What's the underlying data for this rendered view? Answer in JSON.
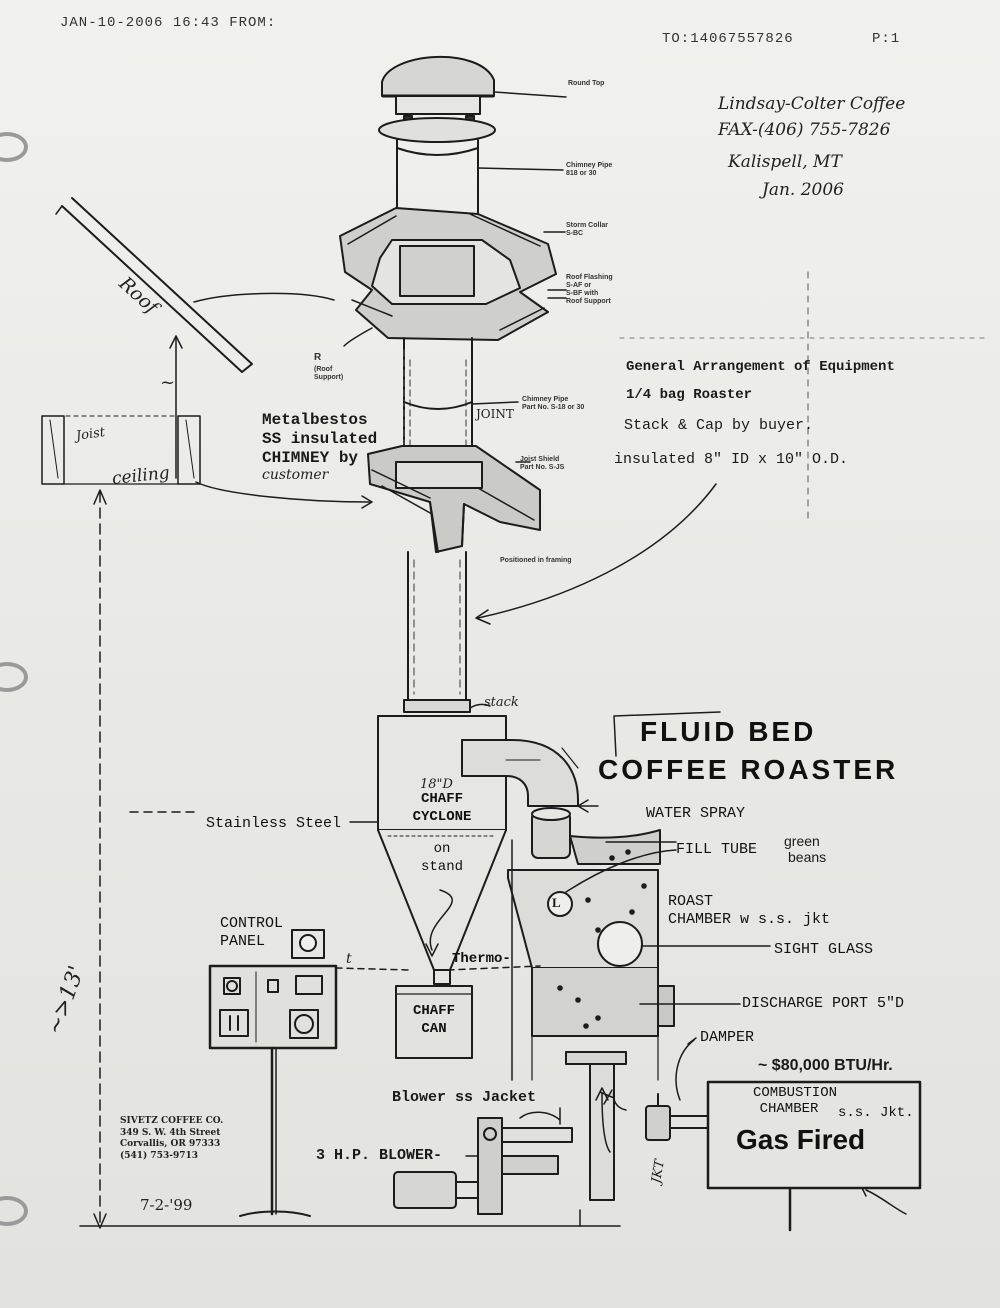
{
  "fax": {
    "header_left": "JAN-10-2006 16:43 FROM:",
    "header_to": "TO:14067557826",
    "header_page": "P:1"
  },
  "handwritten_note": {
    "line1": "Lindsay-Colter Coffee",
    "line2": "FAX-(406) 755-7826",
    "line3": "Kalispell, MT",
    "line4": "Jan. 2006"
  },
  "chimney_parts": {
    "round_top": "Round Top",
    "chimney_pipe_top": "Chimney Pipe\n818 or 30",
    "storm_collar": "Storm Collar\nS-BC",
    "roof_flashing": "Roof Flashing\nS-AF or\nS-BF with\nRoof Support",
    "roof_support": "(Roof\nSupport)",
    "roof_support_r": "R",
    "chimney_pipe_mid": "Chimney Pipe\nPart No. S-18 or 30",
    "joist_shield": "Joist Shield\nPart No. S-JS",
    "positioned": "Positioned in framing"
  },
  "sketch_labels": {
    "roof": "Roof",
    "joist": "Joist",
    "ceiling": "ceiling",
    "joint": "JOINT",
    "metalbestos_1": "Metalbestos",
    "metalbestos_2": "SS insulated",
    "metalbestos_3": "CHIMNEY by",
    "metalbestos_4": "customer",
    "stack": "stack",
    "approx": "~",
    "height": "~>13'"
  },
  "general": {
    "line1": "General Arrangement of Equipment",
    "line2": "1/4 bag Roaster",
    "line3": "Stack & Cap by buyer.",
    "line4": "insulated 8\" ID x 10\" O.D."
  },
  "title": {
    "line1": "FLUID BED",
    "line2": "COFFEE ROASTER"
  },
  "labels": {
    "stainless": "Stainless Steel",
    "cyclone_size": "18\"D",
    "chaff": "CHAFF",
    "cyclone": "CYCLONE",
    "on": "on",
    "stand": "stand",
    "thermo": "Thermo-",
    "chaff_can_1": "CHAFF",
    "chaff_can_2": "CAN",
    "water_spray": "WATER SPRAY",
    "fill_tube": "FILL TUBE",
    "green_beans_1": "green",
    "green_beans_2": "beans",
    "roast_1": "ROAST",
    "roast_2": "CHAMBER w s.s. jkt",
    "sight_glass": "SIGHT GLASS",
    "discharge": "DISCHARGE PORT 5\"D",
    "damper": "DAMPER",
    "btu": "~ $80,000 BTU/Hr.",
    "combustion_1": "COMBUSTION",
    "combustion_2": "CHAMBER",
    "combustion_jkt": "s.s. Jkt.",
    "gas_fired": "Gas Fired",
    "control_1": "CONTROL",
    "control_2": "PANEL",
    "blower_jacket": "Blower ss Jacket",
    "blower": "3 H.P. BLOWER-",
    "jkt": "JKT",
    "level_l": "L",
    "t_mark": "t"
  },
  "company": {
    "address": "SIVETZ COFFEE CO.\n349 S. W. 4th Street\nCorvallis, OR 97333\n(541) 753-9713",
    "date": "7-2-'99"
  }
}
